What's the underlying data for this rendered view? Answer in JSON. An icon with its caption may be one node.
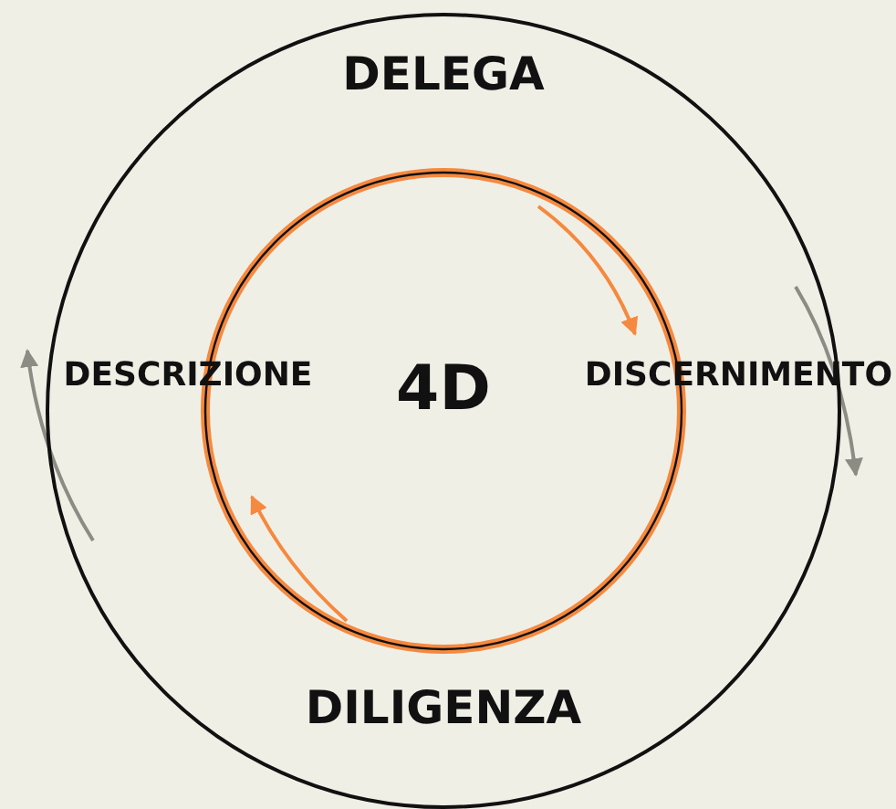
{
  "diagram": {
    "nodes": [
      {
        "text": [],
        "shape": "circle"
      },
      {
        "text": [
          "4D"
        ],
        "in": 0
      }
    ],
    "labels": [
      "DELEGA",
      "DESCRIZIONE",
      "DISCERNIMENTO",
      "DILIGENZA"
    ]
  }
}
